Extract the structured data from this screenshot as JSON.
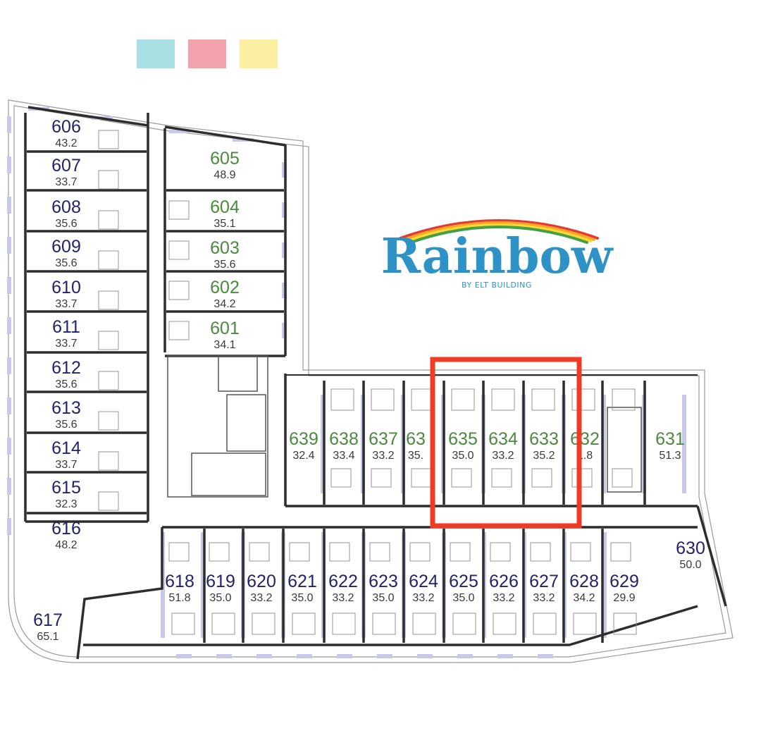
{
  "legend_colors": [
    "#a9dfe2",
    "#f4a2ab",
    "#fbf0a1"
  ],
  "brand": {
    "name": "Rainbow",
    "tagline": "BY ELT BUILDING",
    "color": "#2f92c6",
    "rainbow_colors": [
      "#e53935",
      "#f9a825",
      "#fdd835",
      "#43a047"
    ]
  },
  "unit_colors": {
    "green": "#4a8a3c",
    "navy": "#22236b"
  },
  "highlight_color": "#ee3b25",
  "units": [
    {
      "number": "606",
      "area": "43.2",
      "color": "navy"
    },
    {
      "number": "607",
      "area": "33.7",
      "color": "navy"
    },
    {
      "number": "605",
      "area": "48.9",
      "color": "green"
    },
    {
      "number": "608",
      "area": "35.6",
      "color": "navy"
    },
    {
      "number": "604",
      "area": "35.1",
      "color": "green"
    },
    {
      "number": "609",
      "area": "35.6",
      "color": "navy"
    },
    {
      "number": "603",
      "area": "35.6",
      "color": "green"
    },
    {
      "number": "610",
      "area": "33.7",
      "color": "navy"
    },
    {
      "number": "602",
      "area": "34.2",
      "color": "green"
    },
    {
      "number": "611",
      "area": "33.7",
      "color": "navy"
    },
    {
      "number": "601",
      "area": "34.1",
      "color": "green"
    },
    {
      "number": "612",
      "area": "35.6",
      "color": "navy"
    },
    {
      "number": "613",
      "area": "35.6",
      "color": "navy"
    },
    {
      "number": "614",
      "area": "33.7",
      "color": "navy"
    },
    {
      "number": "615",
      "area": "32.3",
      "color": "navy"
    },
    {
      "number": "616",
      "area": "48.2",
      "color": "navy"
    },
    {
      "number": "617",
      "area": "65.1",
      "color": "navy"
    },
    {
      "number": "639",
      "area": "32.4",
      "color": "green"
    },
    {
      "number": "638",
      "area": "33.4",
      "color": "green"
    },
    {
      "number": "637",
      "area": "33.2",
      "color": "green"
    },
    {
      "number": "63",
      "area": "35.",
      "color": "green"
    },
    {
      "number": "635",
      "area": "35.0",
      "color": "green"
    },
    {
      "number": "634",
      "area": "33.2",
      "color": "green"
    },
    {
      "number": "633",
      "area": "35.2",
      "color": "green"
    },
    {
      "number": "632",
      "area": "1.8",
      "color": "green"
    },
    {
      "number": "631",
      "area": "51.3",
      "color": "green"
    },
    {
      "number": "630",
      "area": "50.0",
      "color": "navy"
    },
    {
      "number": "618",
      "area": "51.8",
      "color": "navy"
    },
    {
      "number": "619",
      "area": "35.0",
      "color": "navy"
    },
    {
      "number": "620",
      "area": "33.2",
      "color": "navy"
    },
    {
      "number": "621",
      "area": "35.0",
      "color": "navy"
    },
    {
      "number": "622",
      "area": "33.2",
      "color": "navy"
    },
    {
      "number": "623",
      "area": "35.0",
      "color": "navy"
    },
    {
      "number": "624",
      "area": "33.2",
      "color": "navy"
    },
    {
      "number": "625",
      "area": "35.0",
      "color": "navy"
    },
    {
      "number": "626",
      "area": "33.2",
      "color": "navy"
    },
    {
      "number": "627",
      "area": "33.2",
      "color": "navy"
    },
    {
      "number": "628",
      "area": "34.2",
      "color": "navy"
    },
    {
      "number": "629",
      "area": "29.9",
      "color": "navy"
    }
  ]
}
